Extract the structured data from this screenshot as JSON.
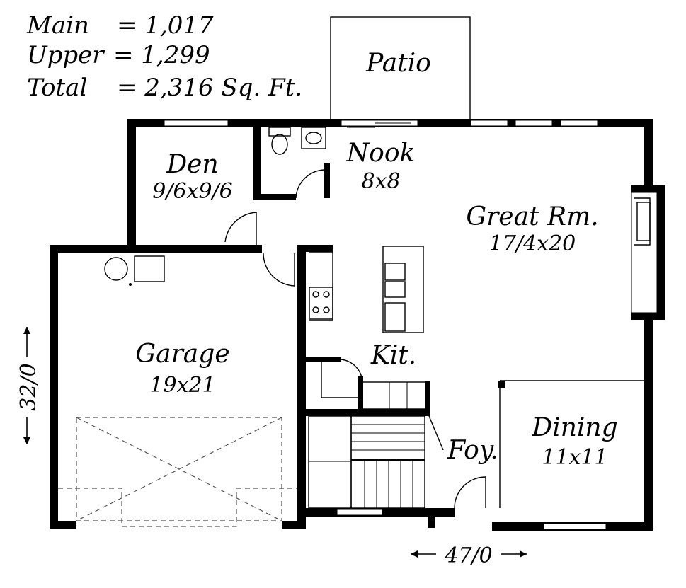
{
  "area_summary": [
    {
      "label": "Main",
      "value": "= 1,017"
    },
    {
      "label": "Upper",
      "value": "= 1,299"
    },
    {
      "label": "Total",
      "value": "= 2,316 Sq. Ft."
    }
  ],
  "rooms": {
    "patio": {
      "name": "Patio"
    },
    "den": {
      "name": "Den",
      "size": "9/6x9/6"
    },
    "nook": {
      "name": "Nook",
      "size": "8x8"
    },
    "great_rm": {
      "name": "Great Rm.",
      "size": "17/4x20"
    },
    "garage": {
      "name": "Garage",
      "size": "19x21"
    },
    "kitchen": {
      "name": "Kit."
    },
    "foyer": {
      "name": "Foy."
    },
    "dining": {
      "name": "Dining",
      "size": "11x11"
    }
  },
  "dimensions": {
    "depth": "32/0",
    "width": "47/0"
  }
}
